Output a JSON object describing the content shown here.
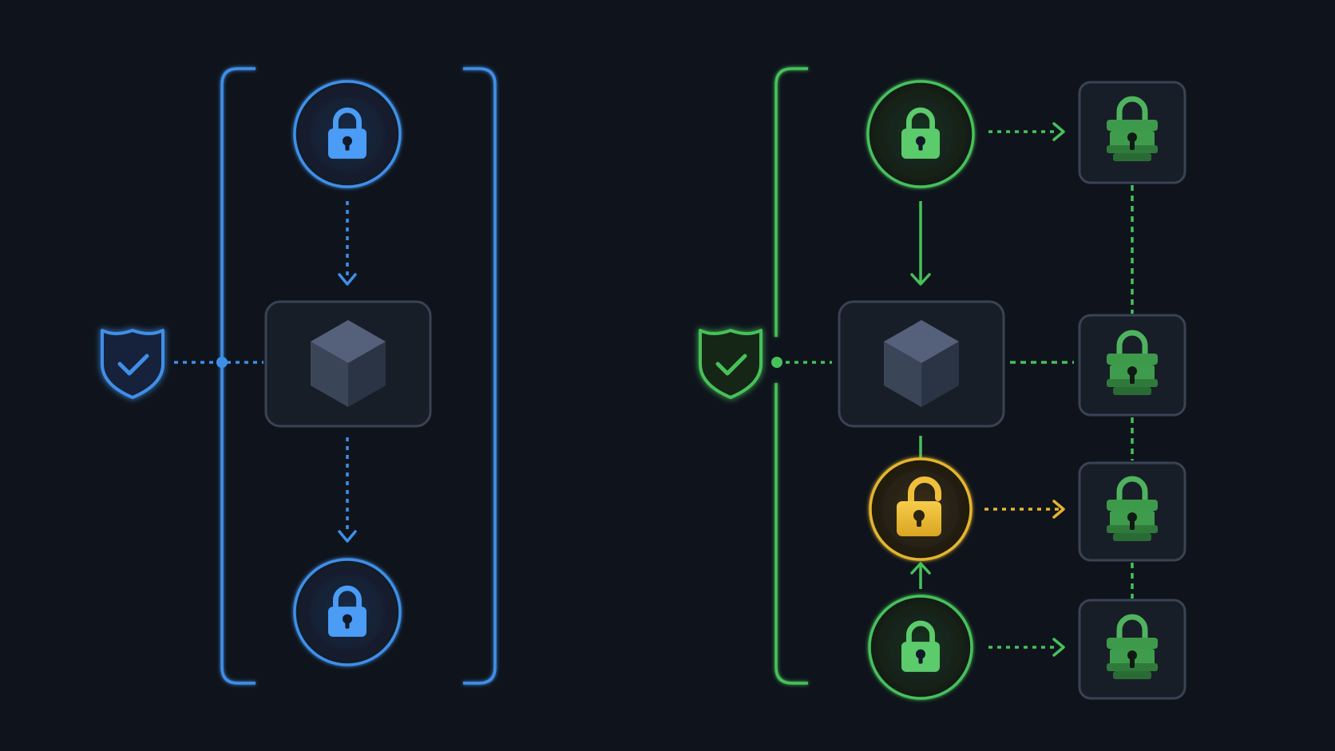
{
  "diagram": {
    "panels": [
      {
        "id": "left-panel",
        "accent": "#3f8fe8",
        "nodes": [
          {
            "name": "lock-top",
            "type": "locked-padlock",
            "color": "#3f8fe8"
          },
          {
            "name": "cube-core",
            "type": "cube",
            "color": "#3a4558"
          },
          {
            "name": "lock-bottom",
            "type": "locked-padlock",
            "color": "#3f8fe8"
          }
        ],
        "guard": {
          "name": "shield-check",
          "color": "#3f8fe8"
        }
      },
      {
        "id": "right-panel",
        "accent": "#46c15a",
        "nodes": [
          {
            "name": "lock-top",
            "type": "locked-padlock",
            "color": "#46c15a"
          },
          {
            "name": "cube-core",
            "type": "cube",
            "color": "#3a4558"
          },
          {
            "name": "lock-open",
            "type": "unlocked-padlock",
            "color": "#e6b52e"
          },
          {
            "name": "lock-bottom",
            "type": "locked-padlock",
            "color": "#46c15a"
          }
        ],
        "side_tiles": [
          {
            "name": "vault-lock-1",
            "type": "vault-padlock",
            "color": "#46a450"
          },
          {
            "name": "vault-lock-2",
            "type": "vault-padlock",
            "color": "#46a450"
          },
          {
            "name": "vault-lock-3",
            "type": "vault-padlock",
            "color": "#46a450"
          },
          {
            "name": "vault-lock-4",
            "type": "vault-padlock",
            "color": "#46a450"
          }
        ],
        "guard": {
          "name": "shield-check",
          "color": "#46c15a"
        }
      }
    ],
    "colors": {
      "background": "#0f141c",
      "tile": "#1a202a",
      "tile_border": "#3a4354",
      "blue": "#3f8fe8",
      "green": "#46c15a",
      "yellow": "#e6b52e"
    }
  }
}
